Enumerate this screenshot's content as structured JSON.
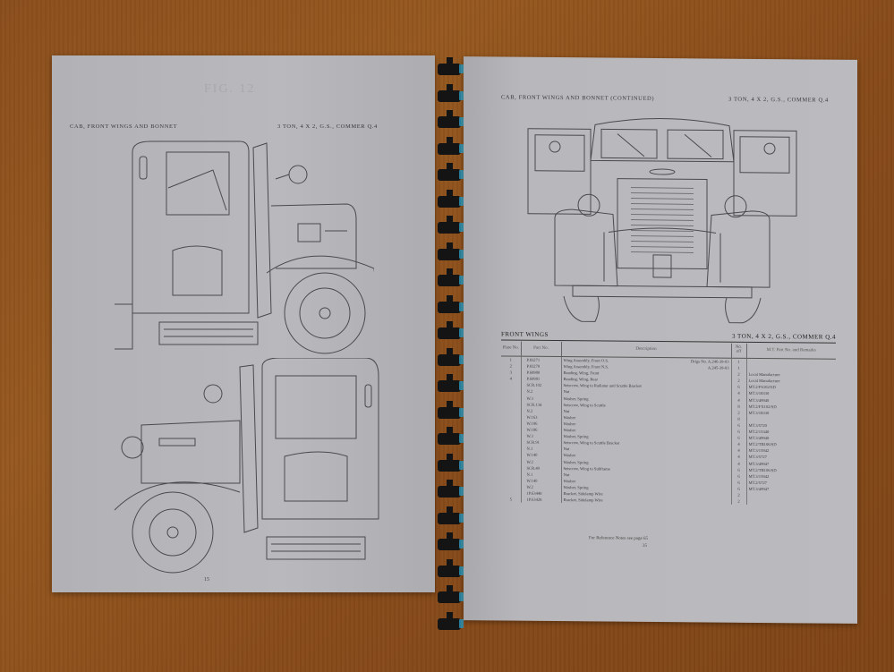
{
  "document": {
    "type": "spiral-bound parts list manual (open spread)",
    "background_color": "#8c4f1c",
    "paper_color": "#b8b8bc",
    "spiral_color": "#141414",
    "spiral_accent_color": "#2a8fb0"
  },
  "left_page": {
    "faint_bleed_title": "FIG. 12",
    "running_head_left": "CAB, FRONT WINGS AND BONNET",
    "running_head_right": "3 TON, 4 x 2, G.S., COMMER Q.4",
    "figures": [
      {
        "name": "cab-side-view-nearside-door-open",
        "description": "Cab, side view with door open (rear three-quarter)"
      },
      {
        "name": "cab-side-view-offside-door-open",
        "description": "Cab, side view with door open (front three-quarter)"
      }
    ],
    "page_number": "15"
  },
  "right_page": {
    "running_head_left": "CAB, FRONT WINGS AND BONNET (Continued)",
    "running_head_right": "3 TON, 4 x 2, G.S., COMMER Q.4",
    "figure": {
      "name": "front-view-doors-open",
      "description": "Front view of cab with both doors open, bonnet, grille and front wings"
    },
    "section": {
      "title": "FRONT WINGS",
      "subtitle": "3 TON, 4 x 2, G.S., COMMER Q.4"
    },
    "table": {
      "columns": [
        "Plate No.",
        "Part No.",
        "Description",
        "No. off",
        "M.T. Part No. and Remarks"
      ],
      "rows": [
        {
          "plate": "1",
          "part": "P.83271",
          "desc": "Wing Assembly, Front O.S.",
          "ref": "Drigs No. A.246-39-03",
          "qty": "1",
          "remarks": ""
        },
        {
          "plate": "2",
          "part": "P.83270",
          "desc": "Wing Assembly, Front N.S.",
          "ref": "A.245-39-03",
          "qty": "1",
          "remarks": ""
        },
        {
          "plate": "3",
          "part": "P.60980",
          "desc": "Beading, Wing, Front",
          "ref": "",
          "qty": "2",
          "remarks": "Local Manufacture"
        },
        {
          "plate": "4",
          "part": "P.60981",
          "desc": "Beading, Wing, Rear",
          "ref": "",
          "qty": "2",
          "remarks": "Local Manufacture"
        },
        {
          "plate": "",
          "part": "SCR.102",
          "desc": "Setscrew, Wing to Radiator and Scuttle Bracket",
          "ref": "",
          "qty": "6",
          "remarks": "MT.2/FS102/SD"
        },
        {
          "plate": "",
          "part": "N.2",
          "desc": "Nut",
          "ref": "",
          "qty": "4",
          "remarks": "MT.3/18330"
        },
        {
          "plate": "",
          "part": "W.3",
          "desc": "Washer, Spring",
          "ref": "",
          "qty": "4",
          "remarks": "MT.3/49940"
        },
        {
          "plate": "",
          "part": "SCR.134",
          "desc": "Setscrew, Wing to Scuttle",
          "ref": "",
          "qty": "8",
          "remarks": "MT.2/FX102/SD"
        },
        {
          "plate": "",
          "part": "N.2",
          "desc": "Nut",
          "ref": "",
          "qty": "2",
          "remarks": "MT.3/18330"
        },
        {
          "plate": "",
          "part": "W.163",
          "desc": "Washer",
          "ref": "",
          "qty": "8",
          "remarks": ""
        },
        {
          "plate": "",
          "part": "W.106",
          "desc": "Washer",
          "ref": "",
          "qty": "6",
          "remarks": "MT.3/5720"
        },
        {
          "plate": "",
          "part": "W.186",
          "desc": "Washer",
          "ref": "",
          "qty": "6",
          "remarks": "MT.2/15340"
        },
        {
          "plate": "",
          "part": "W.3",
          "desc": "Washer, Spring",
          "ref": "",
          "qty": "6",
          "remarks": "MT.3/49940"
        },
        {
          "plate": "",
          "part": "SCR.91",
          "desc": "Setscrew, Wing to Scuttle Bracket",
          "ref": "",
          "qty": "4",
          "remarks": "MT.2/TB106/SD"
        },
        {
          "plate": "",
          "part": "N.1",
          "desc": "Nut",
          "ref": "",
          "qty": "4",
          "remarks": "MT.3/15942"
        },
        {
          "plate": "",
          "part": "W.140",
          "desc": "Washer",
          "ref": "",
          "qty": "4",
          "remarks": "MT.3/5727"
        },
        {
          "plate": "",
          "part": "W.2",
          "desc": "Washer, Spring",
          "ref": "",
          "qty": "4",
          "remarks": "MT.3/49947"
        },
        {
          "plate": "",
          "part": "SCR.49",
          "desc": "Setscrew, Wing to Subframe",
          "ref": "",
          "qty": "6",
          "remarks": "MT.2/TB106/SD"
        },
        {
          "plate": "",
          "part": "N.1",
          "desc": "Nut",
          "ref": "",
          "qty": "6",
          "remarks": "MT.3/15942"
        },
        {
          "plate": "",
          "part": "W.140",
          "desc": "Washer",
          "ref": "",
          "qty": "6",
          "remarks": "MT.2/5727"
        },
        {
          "plate": "",
          "part": "W.2",
          "desc": "Washer, Spring",
          "ref": "",
          "qty": "6",
          "remarks": "MT.3/49947"
        },
        {
          "plate": "",
          "part": "1P.63440",
          "desc": "Bracket, Sidelamp Wire",
          "ref": "",
          "qty": "2",
          "remarks": ""
        },
        {
          "plate": "5",
          "part": "1P.63428",
          "desc": "Bracket, Sidelamp Wire",
          "ref": "",
          "qty": "2",
          "remarks": ""
        }
      ]
    },
    "reference_note": "For Reference Notes see page 65",
    "page_number": "35"
  },
  "binding": {
    "coil_count": 22
  }
}
